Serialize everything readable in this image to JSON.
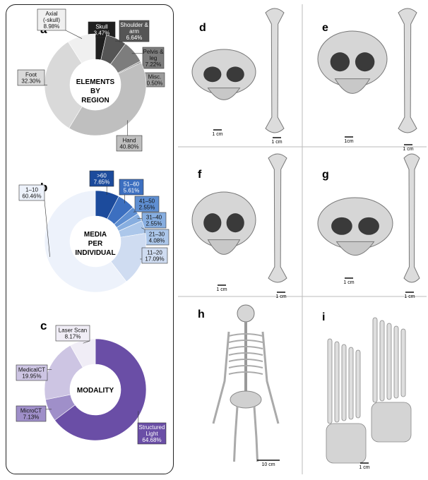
{
  "chart_data": [
    {
      "type": "pie",
      "panel": "a",
      "center_label": [
        "ELEMENTS",
        "BY",
        "REGION"
      ],
      "slices": [
        {
          "label": "Skull",
          "pct": 3.47,
          "value_text": "3.47%",
          "color": "#1f1f1f"
        },
        {
          "label": "Shoulder & arm",
          "pct": 6.64,
          "value_text": "6.64%",
          "color": "#555555"
        },
        {
          "label": "Pelvis & leg",
          "pct": 7.22,
          "value_text": "7.22%",
          "color": "#7d7d7d"
        },
        {
          "label": "Misc.",
          "pct": 0.5,
          "value_text": "0.50%",
          "color": "#9b9b9b"
        },
        {
          "label": "Hand",
          "pct": 40.8,
          "value_text": "40.80%",
          "color": "#bfbfbf"
        },
        {
          "label": "Foot",
          "pct": 32.3,
          "value_text": "32.30%",
          "color": "#d9d9d9"
        },
        {
          "label": "Axial (-skull)",
          "pct": 8.98,
          "value_text": "8.98%",
          "color": "#f0f0f0"
        }
      ]
    },
    {
      "type": "pie",
      "panel": "b",
      "center_label": [
        "MEDIA",
        "PER",
        "INDIVIDUAL"
      ],
      "slices": [
        {
          "label": ">60",
          "pct": 7.65,
          "value_text": "7.65%",
          "color": "#1c4b9c"
        },
        {
          "label": "51–60",
          "pct": 5.61,
          "value_text": "5.61%",
          "color": "#3c6fc0"
        },
        {
          "label": "41–50",
          "pct": 2.55,
          "value_text": "2.55%",
          "color": "#5f8fd2"
        },
        {
          "label": "31–40",
          "pct": 2.55,
          "value_text": "2.55%",
          "color": "#87aee0"
        },
        {
          "label": "21–30",
          "pct": 4.08,
          "value_text": "4.08%",
          "color": "#acc7ea"
        },
        {
          "label": "11–20",
          "pct": 17.09,
          "value_text": "17.09%",
          "color": "#cfdcf1"
        },
        {
          "label": "1–10",
          "pct": 60.46,
          "value_text": "60.46%",
          "color": "#edf2fb"
        }
      ]
    },
    {
      "type": "pie",
      "panel": "c",
      "center_label": [
        "MODALITY"
      ],
      "slices": [
        {
          "label": "Structured Light",
          "pct": 64.68,
          "value_text": "64.68%",
          "color": "#6a4ea6"
        },
        {
          "label": "MicroCT",
          "pct": 7.13,
          "value_text": "7.13%",
          "color": "#9f8fc9"
        },
        {
          "label": "MedicalCT",
          "pct": 19.95,
          "value_text": "19.95%",
          "color": "#cdc5e3"
        },
        {
          "label": "Laser Scan",
          "pct": 8.17,
          "value_text": "8.17%",
          "color": "#f0edf6"
        }
      ]
    }
  ],
  "image_panels": [
    {
      "letter": "d",
      "skull_scale": "1 cm",
      "bone_scale": "1 cm"
    },
    {
      "letter": "e",
      "skull_scale": "1cm",
      "bone_scale": "1 cm"
    },
    {
      "letter": "f",
      "skull_scale": "1 cm",
      "bone_scale": "1 cm"
    },
    {
      "letter": "g",
      "skull_scale": "1 cm",
      "bone_scale": "1 cm"
    },
    {
      "letter": "h",
      "skull_scale": "",
      "bone_scale": "10 cm"
    },
    {
      "letter": "i",
      "skull_scale": "",
      "bone_scale": "1 cm"
    }
  ]
}
